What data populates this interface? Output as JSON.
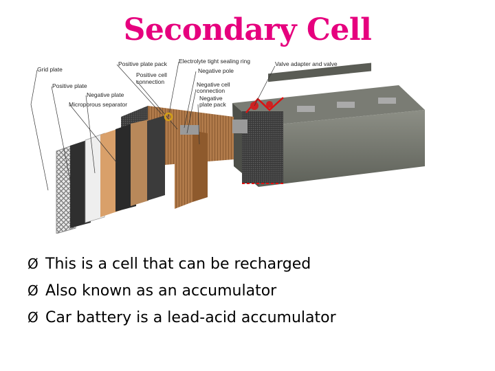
{
  "title": "Secondary Cell",
  "colors": {
    "title": "#e6007e",
    "text": "#000000"
  },
  "diagram": {
    "labels": {
      "grid_plate": "Grid plate",
      "positive_plate_pack": "Positive plate pack",
      "electrolyte_ring": "Electrolyte tight sealing ring",
      "valve": "Valve adapter and valve",
      "positive_plate": "Positive plate",
      "positive_cell_connection": "Positive cell connection",
      "negative_pole": "Negative pole",
      "negative_plate": "Negative plate",
      "negative_cell_connection": "Negative cell connection",
      "microporous_separator": "Microporous separator",
      "negative_plate_pack": "Negative plate pack"
    }
  },
  "bullets": [
    {
      "marker": "Ø",
      "text": "This is a cell that can be recharged"
    },
    {
      "marker": "Ø",
      "text": "Also known as an accumulator"
    },
    {
      "marker": "Ø",
      "text": "Car battery is a lead-acid accumulator"
    }
  ]
}
